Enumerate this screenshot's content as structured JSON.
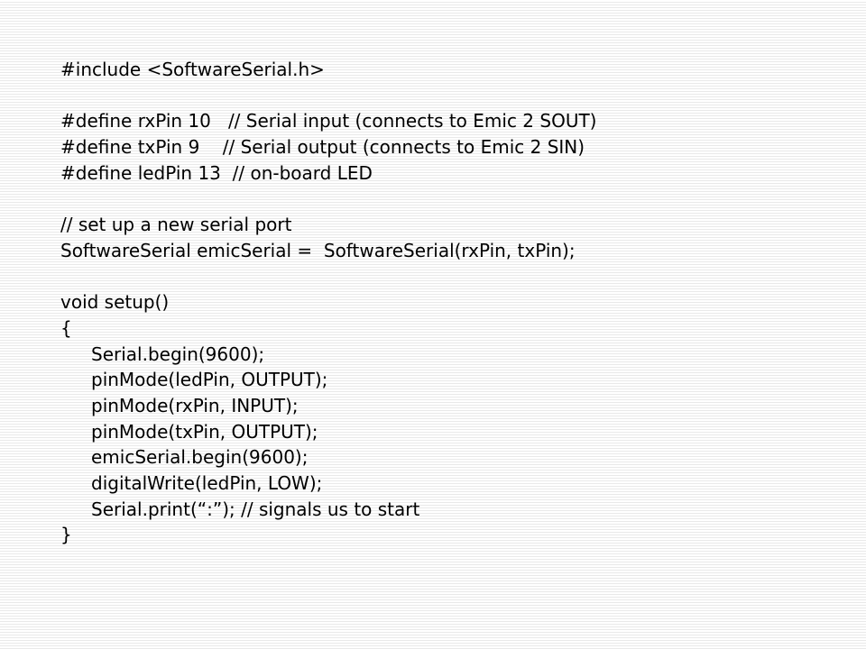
{
  "code": {
    "include": "#include <SoftwareSerial.h>",
    "define_rx": "#define rxPin 10   // Serial input (connects to Emic 2 SOUT)",
    "define_tx": "#define txPin 9    // Serial output (connects to Emic 2 SIN)",
    "define_led": "#define ledPin 13  // on-board LED",
    "comment_serial": "// set up a new serial port",
    "serial_decl": "SoftwareSerial emicSerial =  SoftwareSerial(rxPin, txPin);",
    "setup_sig": "void setup()",
    "open_brace": "{",
    "body": [
      "Serial.begin(9600);",
      "pinMode(ledPin, OUTPUT);",
      "pinMode(rxPin, INPUT);",
      "pinMode(txPin, OUTPUT);",
      "emicSerial.begin(9600);",
      "digitalWrite(ledPin, LOW);",
      "Serial.print(“:”); // signals us to start"
    ],
    "close_brace": "}"
  }
}
